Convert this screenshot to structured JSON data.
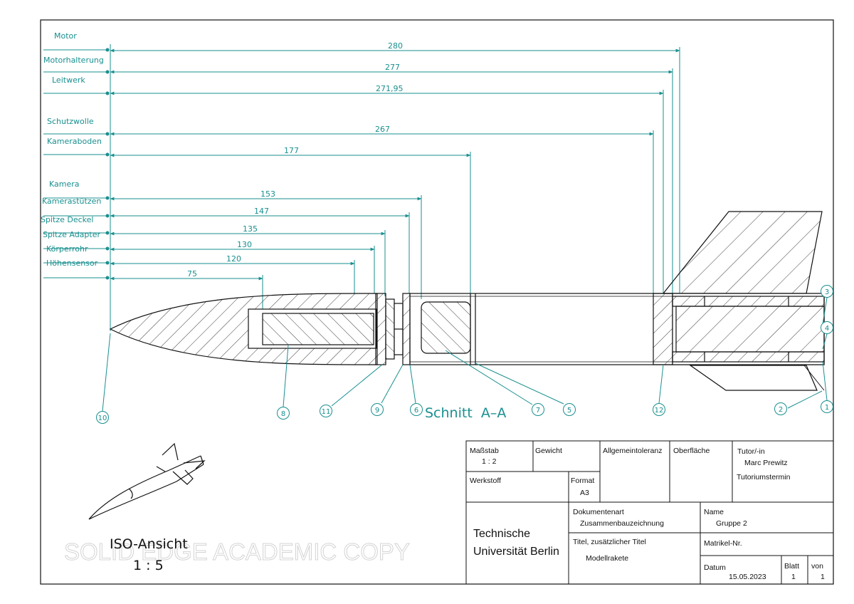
{
  "colors": {
    "dimension": "#1a8f8f",
    "line": "#111111",
    "watermark": "#d8d8d8"
  },
  "labels": {
    "motor": "Motor",
    "motorhalterung": "Motorhalterung",
    "leitwerk": "Leitwerk",
    "schutzwolle": "Schutzwolle",
    "kameraboden": "Kameraboden",
    "kamera": "Kamera",
    "kamerastuetzen": "Kamerastützen",
    "spitze_deckel": "Spitze Deckel",
    "spitze_adapter": "Spitze Adapter",
    "koerperrohr": "Körperrohr",
    "hoehensensor": "Höhensensor"
  },
  "dimensions": [
    "280",
    "277",
    "271,95",
    "267",
    "177",
    "153",
    "147",
    "135",
    "130",
    "120",
    "75"
  ],
  "balloons": [
    "1",
    "2",
    "3",
    "4",
    "5",
    "6",
    "7",
    "8",
    "9",
    "10",
    "11",
    "12"
  ],
  "section_title": "Schnitt  A–A",
  "iso": {
    "title": "ISO-Ansicht",
    "scale": "1 : 5"
  },
  "watermark": "SOLID EDGE ACADEMIC COPY",
  "title_block": {
    "massstab_label": "Maßstab",
    "massstab_value": "1 : 2",
    "gewicht_label": "Gewicht",
    "allgemeintoleranz_label": "Allgemeintoleranz",
    "oberflaeche_label": "Oberfläche",
    "tutor_label": "Tutor/-in",
    "tutor_value": "Marc Prewitz",
    "tutoriumstermin_label": "Tutoriumstermin",
    "werkstoff_label": "Werkstoff",
    "format_label": "Format",
    "format_value": "A3",
    "institution_line1": "Technische",
    "institution_line2": "Universität Berlin",
    "dokumentenart_label": "Dokumentenart",
    "dokumentenart_value": "Zusammenbauzeichnung",
    "name_label": "Name",
    "name_value": "Gruppe 2",
    "titel_label": "Titel, zusätzlicher Titel",
    "titel_value": "Modellrakete",
    "matrikel_label": "Matrikel-Nr.",
    "datum_label": "Datum",
    "datum_value": "15.05.2023",
    "blatt_label": "Blatt",
    "blatt_value": "1",
    "von_label": "von",
    "von_value": "1"
  }
}
